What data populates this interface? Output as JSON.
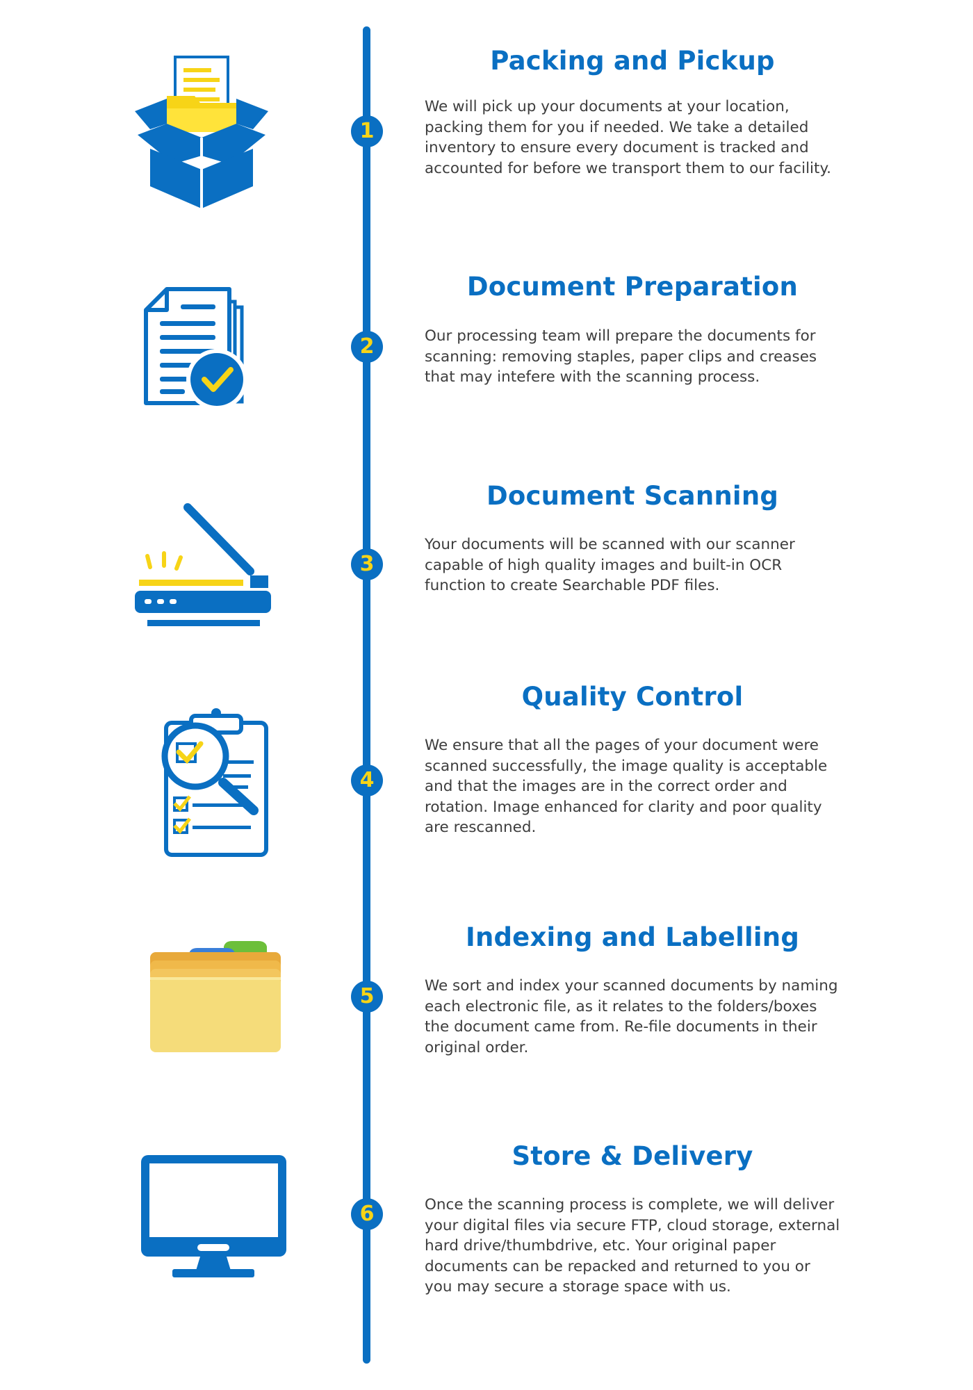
{
  "colors": {
    "primary": "#0a6fc2",
    "accent": "#f7d417",
    "text": "#3d3d3d"
  },
  "steps": [
    {
      "number": "1",
      "title": "Packing and Pickup",
      "icon": "open-box-with-folder-icon",
      "description": "We will pick up your documents at your location, packing them for you if needed. We take a detailed inventory to ensure every document is tracked and accounted for before we transport them to our facility."
    },
    {
      "number": "2",
      "title": "Document Preparation",
      "icon": "document-checkmark-icon",
      "description": "Our processing team will prepare the documents for scanning:  removing staples, paper clips and creases that may intefere with the scanning process."
    },
    {
      "number": "3",
      "title": "Document Scanning",
      "icon": "flatbed-scanner-icon",
      "description": "Your documents will be scanned with our scanner capable of high quality images and built-in OCR function to create Searchable PDF files."
    },
    {
      "number": "4",
      "title": "Quality Control",
      "icon": "clipboard-magnifier-icon",
      "description": "We ensure that all the pages of your document were scanned successfully, the image quality is acceptable and that the images are in the correct order and rotation. Image enhanced for clarity and poor quality are rescanned."
    },
    {
      "number": "5",
      "title": "Indexing and Labelling",
      "icon": "tabbed-folders-icon",
      "description": "We sort and index your scanned documents by naming each electronic file, as it relates to the folders/boxes the document came from. Re-file documents in their original order."
    },
    {
      "number": "6",
      "title": "Store & Delivery",
      "icon": "computer-monitor-icon",
      "description": "Once the scanning process is complete, we will deliver your digital files via secure FTP, cloud storage, external hard drive/thumbdrive, etc. Your original paper documents can be repacked and returned to you or you may secure a storage space with us."
    }
  ]
}
